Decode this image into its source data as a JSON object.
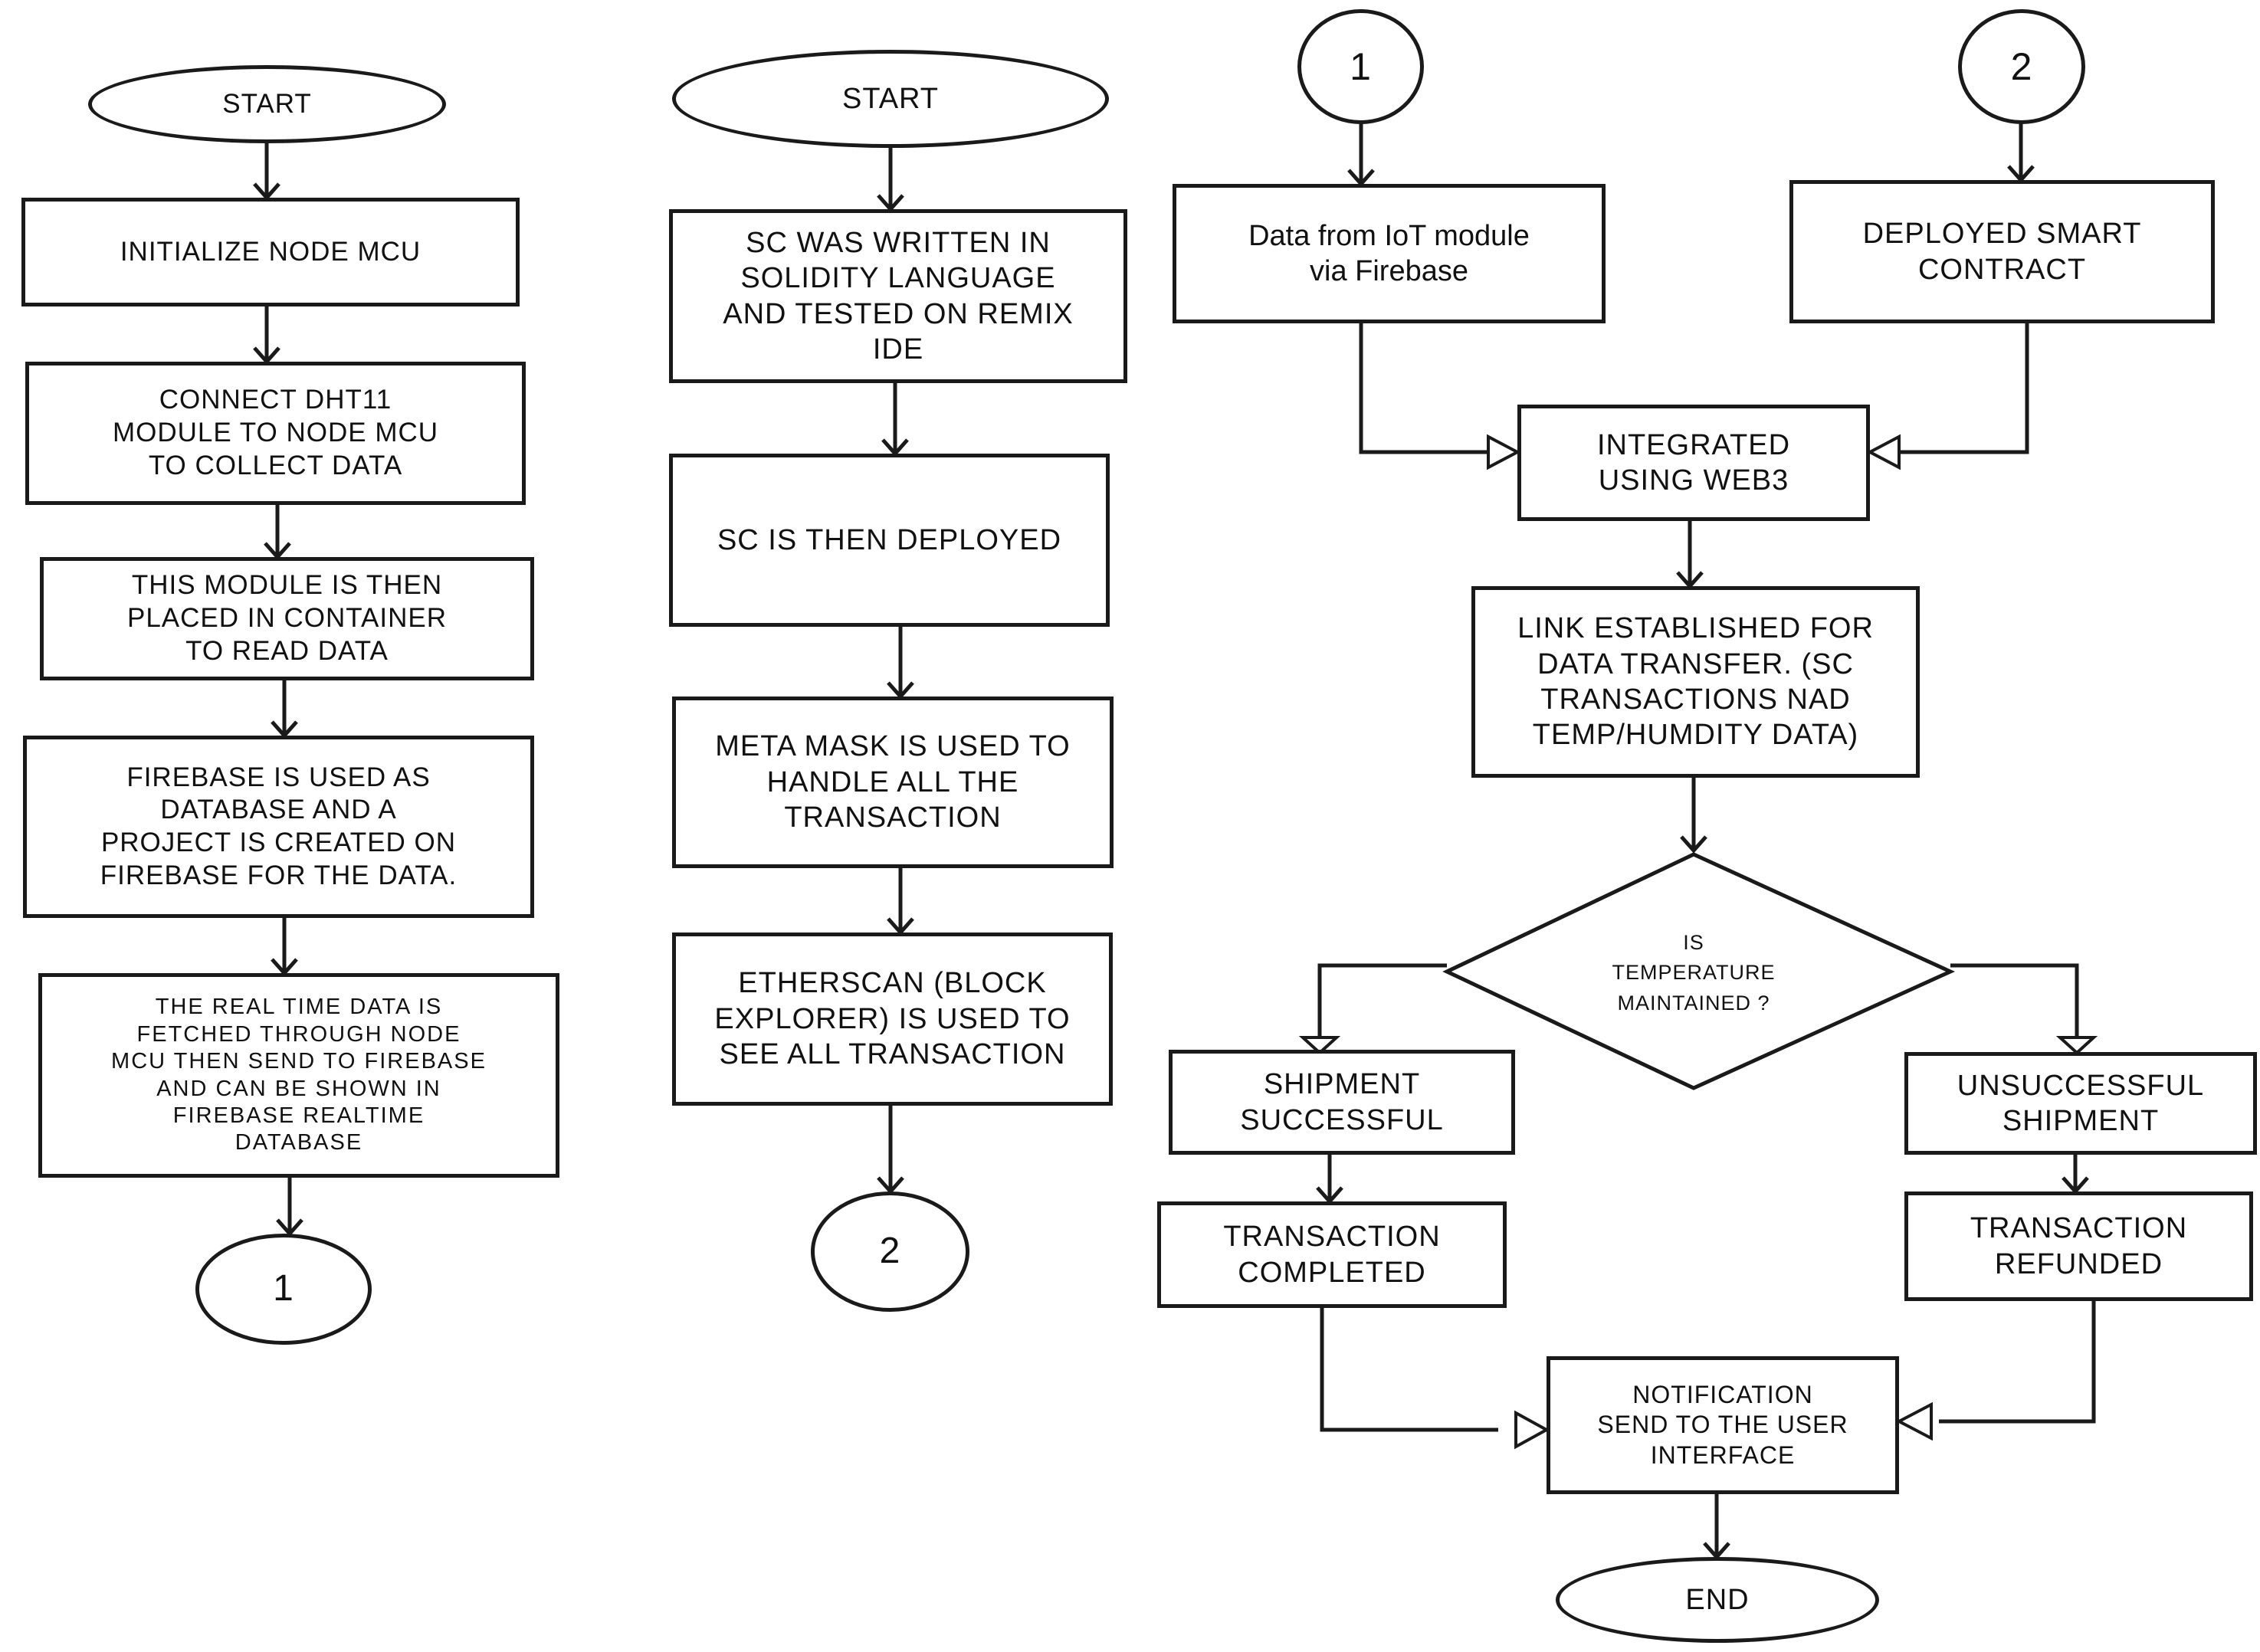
{
  "flow1": {
    "start": "START",
    "step1": "INITIALIZE NODE MCU",
    "step2": "CONNECT DHT11\nMODULE TO NODE MCU\nTO COLLECT DATA",
    "step3": "THIS MODULE IS THEN\nPLACED IN CONTAINER\nTO READ DATA",
    "step4": "FIREBASE IS USED AS\nDATABASE AND A\nPROJECT IS CREATED ON\nFIREBASE FOR THE DATA.",
    "step5": "THE REAL TIME DATA IS\nFETCHED THROUGH NODE\nMCU THEN SEND TO FIREBASE\nAND CAN BE SHOWN IN\nFIREBASE REALTIME\nDATABASE",
    "connector": "1"
  },
  "flow2": {
    "start": "START",
    "step1": "SC WAS WRITTEN IN\nSOLIDITY LANGUAGE\nAND TESTED ON REMIX\nIDE",
    "step2": "SC IS THEN DEPLOYED",
    "step3": "META MASK IS USED TO\nHANDLE ALL THE\nTRANSACTION",
    "step4": "ETHERSCAN (BLOCK\nEXPLORER) IS USED TO\nSEE ALL TRANSACTION",
    "connector": "2"
  },
  "flow3": {
    "connector1": "1",
    "connector2": "2",
    "iot_data": "Data from IoT module\nvia Firebase",
    "deployed_sc": "DEPLOYED SMART\nCONTRACT",
    "integrated": "INTEGRATED\nUSING WEB3",
    "link": "LINK ESTABLISHED FOR\nDATA TRANSFER. (SC\nTRANSACTIONS NAD\nTEMP/HUMDITY DATA)",
    "decision": "IS\nTEMPERATURE\nMAINTAINED ?",
    "success": "SHIPMENT\nSUCCESSFUL",
    "unsuccess": "UNSUCCESSFUL\nSHIPMENT",
    "completed": "TRANSACTION\nCOMPLETED",
    "refunded": "TRANSACTION\nREFUNDED",
    "notification": "NOTIFICATION\nSEND TO THE USER\nINTERFACE",
    "end": "END"
  }
}
